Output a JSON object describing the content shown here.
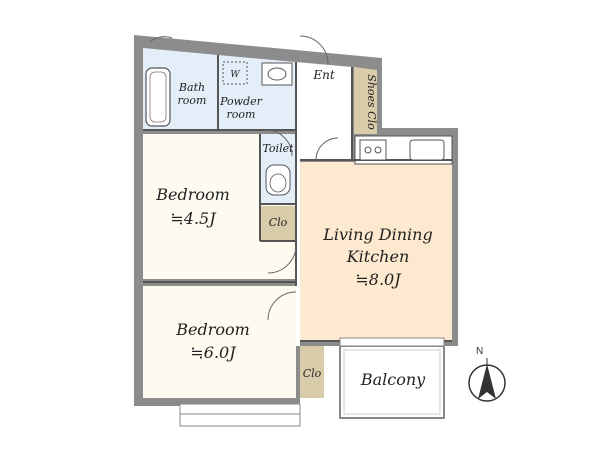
{
  "rooms": {
    "bath": {
      "line1": "Bath",
      "line2": "room"
    },
    "powder": {
      "line1": "Powder",
      "line2": "room",
      "washer_mark": "W"
    },
    "entrance": {
      "label": "Ent"
    },
    "shoes": {
      "label": "Shoes Clo"
    },
    "toilet": {
      "label": "Toilet"
    },
    "bedroom1": {
      "name": "Bedroom",
      "size": "≒4.5J"
    },
    "closet1": {
      "label": "Clo"
    },
    "ldk": {
      "line1": "Living Dining",
      "line2": "Kitchen",
      "size": "≒8.0J"
    },
    "bedroom2": {
      "name": "Bedroom",
      "size": "≒6.0J"
    },
    "closet2": {
      "label": "Clo"
    },
    "balcony": {
      "label": "Balcony"
    }
  },
  "compass": {
    "north": "N"
  },
  "colors": {
    "wall": "#8c8c8c",
    "bedroom_floor": "#fdfaf0",
    "ldk_floor": "#fce9cf",
    "wet_floor": "#e3eef8",
    "closet_floor": "#d9ccaa",
    "entrance_floor": "#ffffff"
  }
}
